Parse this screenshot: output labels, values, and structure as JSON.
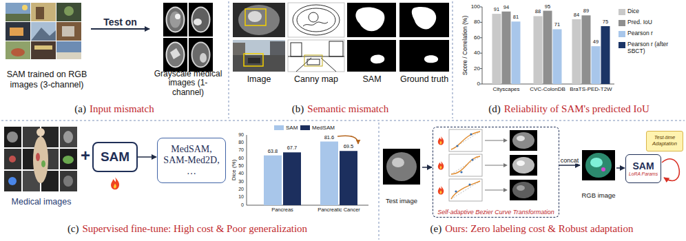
{
  "diagram": {
    "nodes": [
      {
        "text": [
          "SAM trained on RGB images (3-channel)"
        ]
      },
      {
        "text": [
          "Grayscale medical images (1-channel)"
        ]
      },
      {
        "text": [
          "Medical images"
        ]
      },
      {
        "text": [
          "SAM"
        ]
      },
      {
        "text": [
          "MedSAM, SAM-Med2D, …"
        ]
      },
      {
        "text": [
          "Test image"
        ]
      },
      {
        "text": [
          "Self-adaptive Bezier Curve Transformation"
        ]
      },
      {
        "text": [
          "RGB image"
        ]
      },
      {
        "text": [
          "SAM",
          "LoRA Params"
        ]
      },
      {
        "text": [
          "Test-time Adaptation"
        ]
      }
    ],
    "edges": [
      {
        "from": 0,
        "to": 1,
        "arrow": "to",
        "label": "Test on"
      },
      {
        "from": 3,
        "to": 4,
        "arrow": "to"
      },
      {
        "from": 5,
        "to": 6,
        "arrow": "to"
      },
      {
        "from": 6,
        "to": 7,
        "arrow": "to",
        "label": "concat"
      },
      {
        "from": 7,
        "to": 8,
        "arrow": "to"
      }
    ],
    "labels": [
      "(a)",
      "Input mismatch",
      "Image",
      "Canny map",
      "SAM",
      "Ground truth",
      "(b)",
      "Semantic mismatch",
      "100",
      "80",
      "60",
      "40",
      "20",
      "0",
      "Score / Correlation (%)",
      "91",
      "94",
      "81",
      "88",
      "95",
      "71",
      "84",
      "89",
      "49",
      "75",
      "Cityscapes",
      "CVC-ColonDB",
      "BraTS-PED-T2W",
      "(d)",
      "Reliability of SAM's predicted IoU",
      "+",
      "Dice (%)",
      "90",
      "80",
      "70",
      "60",
      "50",
      "40",
      "30",
      "20",
      "10",
      "0",
      "63.8",
      "67.7",
      "81.6",
      "69.5",
      "Pancreas",
      "Pancreatic Cancer",
      "(c)",
      "Supervised fine-tune: High cost & Poor generalization",
      "(e)",
      "Ours: Zero labeling cost & Robust adaptation"
    ],
    "legend": [
      {
        "text": "Dice",
        "color": "#c9c9c9"
      },
      {
        "text": "Pred. IoU",
        "color": "#8f8f8f"
      },
      {
        "text": "Pearson r",
        "color": "#a8c6ea"
      },
      {
        "text": "Pearson r (after SBCT)",
        "color": "#1c3566"
      },
      {
        "text": "SAM",
        "color": "#a8c6ea"
      },
      {
        "text": "MedSAM",
        "color": "#1c2f5e"
      }
    ]
  }
}
